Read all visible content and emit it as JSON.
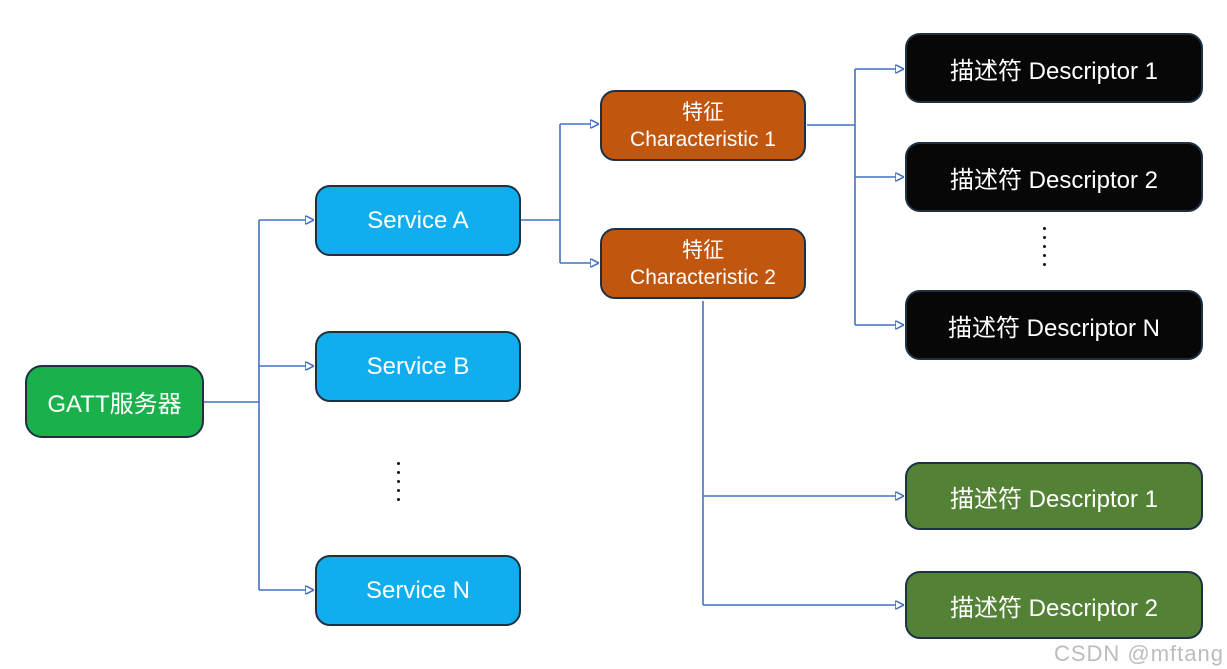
{
  "diagram": {
    "title_hint": "GATT server hierarchy diagram",
    "root": {
      "label": "GATT服务器"
    },
    "services": [
      {
        "label": "Service A"
      },
      {
        "label": "Service B"
      },
      {
        "label": "Service N"
      }
    ],
    "services_ellipsis": "⋮",
    "characteristics": [
      {
        "label_zh": "特征",
        "label_en": "Characteristic 1"
      },
      {
        "label_zh": "特征",
        "label_en": "Characteristic 2"
      }
    ],
    "descriptors_characteristic1": [
      {
        "label": "描述符 Descriptor 1"
      },
      {
        "label": "描述符 Descriptor 2"
      },
      {
        "label": "描述符 Descriptor N"
      }
    ],
    "descriptors_characteristic1_ellipsis": "⋮",
    "descriptors_characteristic2": [
      {
        "label": "描述符 Descriptor 1"
      },
      {
        "label": "描述符 Descriptor 2"
      }
    ],
    "watermark": "CSDN @mftang",
    "colors": {
      "root_fill": "#1AB14C",
      "service_fill": "#10AEEE",
      "characteristic_fill": "#C1570F",
      "descriptor_black_fill": "#070707",
      "descriptor_green_fill": "#538135",
      "node_border": "#1C3144",
      "node_text": "#FFFFFF",
      "connector": "#4472C4",
      "watermark_text": "#BCBCBC",
      "background": "#FFFFFF"
    }
  }
}
